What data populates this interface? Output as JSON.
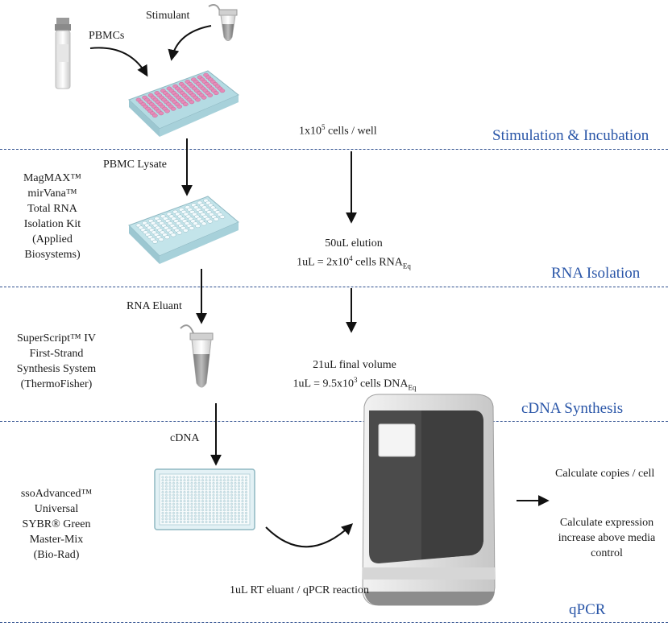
{
  "labels": {
    "pbmcs": "PBMCs",
    "stimulant": "Stimulant",
    "pbmc_lysate": "PBMC Lysate",
    "rna_eluant": "RNA Eluant",
    "cdna": "cDNA",
    "cells_per_well_pre": "1x10",
    "cells_per_well_exp": "5",
    "cells_per_well_post": " cells / well",
    "elution_line1": "50uL elution",
    "elution_line2_pre": "1uL = 2x10",
    "elution_line2_exp": "4",
    "elution_line2_mid": " cells RNA",
    "elution_line2_sub": "Eq",
    "final_line1": "21uL final volume",
    "final_line2_pre": "1uL = 9.5x10",
    "final_line2_exp": "3",
    "final_line2_mid": " cells DNA",
    "final_line2_sub": "Eq",
    "rt_eluant": "1uL RT eluant / qPCR reaction",
    "calc_copies": "Calculate copies / cell",
    "calc_expr_1": "Calculate expression",
    "calc_expr_2": "increase above media",
    "calc_expr_3": "control"
  },
  "kits": {
    "rna_kit": [
      "MagMAX™",
      "mirVana™",
      "Total RNA",
      "Isolation Kit",
      "(Applied",
      "Biosystems)"
    ],
    "cdna_kit": [
      "SuperScript™ IV",
      "First-Strand",
      "Synthesis System",
      "(ThermoFisher)"
    ],
    "qpcr_kit": [
      "ssoAdvanced™",
      "Universal",
      "SYBR® Green",
      "Master-Mix",
      "(Bio-Rad)"
    ]
  },
  "stages": {
    "stimulation": "Stimulation & Incubation",
    "rna": "RNA Isolation",
    "cdna": "cDNA Synthesis",
    "qpcr": "qPCR"
  },
  "colors": {
    "stage_text": "#2a56a8",
    "divider": "#2f4f8f",
    "plate_body": "#bfe3ea",
    "pink_well": "#e58bb8",
    "instrument_dark": "#4a4a4a"
  },
  "icons": [
    "sample-tube-icon",
    "microcentrifuge-tube-icon",
    "well-plate-icon",
    "pcr-plate-icon",
    "qpcr-instrument-icon"
  ]
}
